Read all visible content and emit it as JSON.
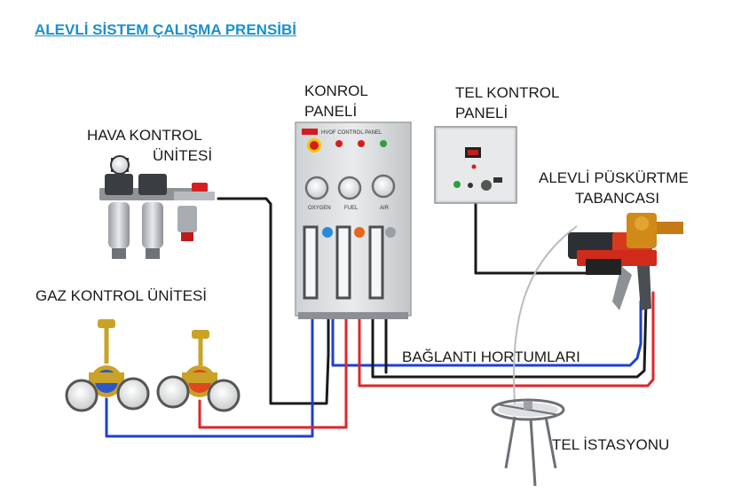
{
  "title": "ALEVLİ SİSTEM ÇALIŞMA PRENSİBİ",
  "labels": {
    "hava_line1": "HAVA KONTROL",
    "hava_line2": "ÜNİTESİ",
    "konrol_line1": "KONROL",
    "konrol_line2": "PANELİ",
    "tel_kontrol_line1": "TEL KONTROL",
    "tel_kontrol_line2": "PANELİ",
    "tabanca_line1": "ALEVLİ PÜSKÜRTME",
    "tabanca_line2": "TABANCASI",
    "gaz": "GAZ KONTROL ÜNİTESİ",
    "hortumlar": "BAĞLANTI HORTUMLARI",
    "tel_istasyonu": "TEL İSTASYONU"
  },
  "panel": {
    "header": "HVOF CONTROL PANEL",
    "gauge_labels": [
      "OXYGEN",
      "FUEL",
      "AIR"
    ]
  },
  "colors": {
    "title": "#1a8fd0",
    "hose_blue": "#1f3fd0",
    "hose_red": "#e0242a",
    "hose_black": "#1a1a1a"
  }
}
